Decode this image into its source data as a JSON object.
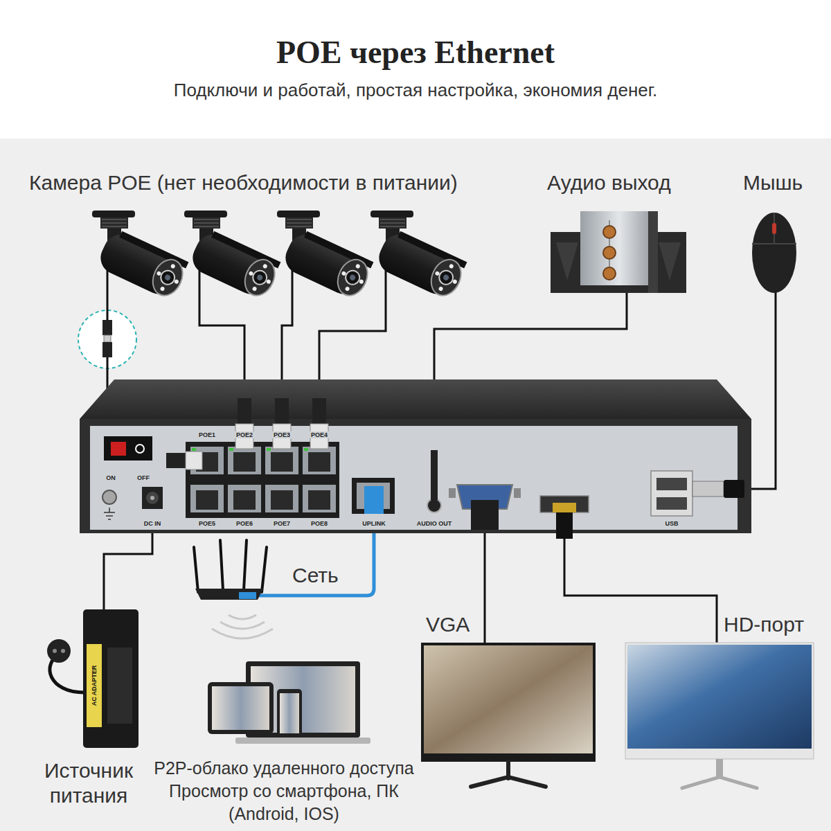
{
  "diagram": {
    "title": "POE через Ethernet",
    "caption": "Подключи и работай, простая настройка, экономия денег.",
    "labels": [
      "Камера POE (нет необходимости в питании)",
      "Аудио выход",
      "Мышь",
      "POE1",
      "POE2",
      "POE3",
      "POE4",
      "ON",
      "OFF",
      "POE5",
      "POE6",
      "POE7",
      "POE8",
      "DC IN",
      "UPLINK",
      "AUDIO OUT",
      "USB",
      "Сеть",
      "VGA",
      "HD-порт",
      "Источник питания",
      "P2P-облако удаленного доступа Просмотр со смартфона, ПК (Android, IOS)",
      "AC ADAPTER"
    ]
  }
}
